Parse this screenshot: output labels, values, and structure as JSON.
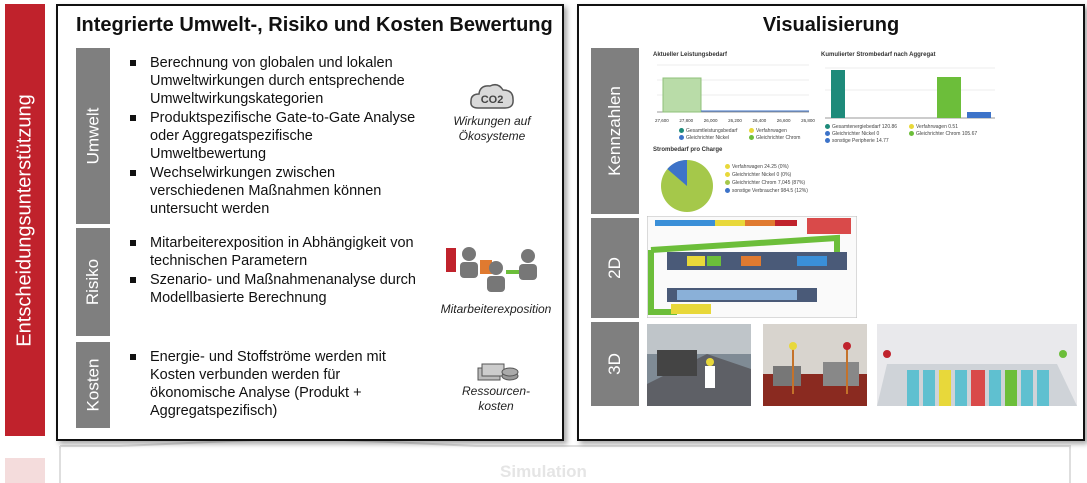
{
  "side_bar": {
    "label": "Entscheidungsunterstützung",
    "color": "#c0222c"
  },
  "left_panel": {
    "title": "Integrierte Umwelt-, Risiko und Kosten Bewertung",
    "sections": [
      {
        "label": "Umwelt",
        "bullets": [
          "Berechnung von globalen und lokalen Umweltwirkungen durch entsprechende Umweltwirkungskategorien",
          "Produktspezifische Gate-to-Gate Analyse oder Aggregatspezifische Umweltbewertung",
          "Wechselwirkungen zwischen verschiedenen Maßnahmen können untersucht werden"
        ],
        "icon_text": "CO2",
        "caption": "Wirkungen auf Ökosysteme"
      },
      {
        "label": "Risiko",
        "bullets": [
          "Mitarbeiterexposition in Abhängigkeit von technischen Parametern",
          "Szenario- und Maßnahmenanalyse durch Modellbasierte Berechnung"
        ],
        "caption": "Mitarbeiterexposition"
      },
      {
        "label": "Kosten",
        "bullets": [
          "Energie- und Stoffströme werden mit Kosten verbunden werden für ökonomische Analyse (Produkt + Aggregatspezifisch)"
        ],
        "caption": "Ressourcen-kosten"
      }
    ]
  },
  "right_panel": {
    "title": "Visualisierung",
    "rows": [
      {
        "label": "Kennzahlen"
      },
      {
        "label": "2D"
      },
      {
        "label": "3D"
      }
    ],
    "charts": {
      "leistung": {
        "title": "Aktueller Leistungsbedarf",
        "ticks": [
          "27,600",
          "27,800",
          "26,000",
          "26,200",
          "26,400",
          "26,600",
          "26,800"
        ],
        "legend": [
          "Gesamtleistungsbedarf",
          "Verfahrwagen",
          "Gleichrichter Nickel",
          "Gleichrichter Chrom"
        ]
      },
      "strombedarf_aggregat": {
        "title": "Kumulierter Strombedarf nach Aggregat",
        "legend": [
          "Gesamtenergiebedarf 120.86",
          "Verfahrwagen 0.51",
          "Gleichrichter Nickel 0",
          "Gleichrichter Chrom 105.67",
          "sonstige Peripherie 14.77"
        ]
      },
      "charge": {
        "title": "Strombedarf pro Charge",
        "legend": [
          "Verfahrwagen 24.25 (0%)",
          "Gleichrichter Nickel 0 (0%)",
          "Gleichrichter Chrom 7,045 (87%)",
          "sonstige Verbraucher 984.5 (12%)"
        ],
        "slices": [
          0,
          0,
          87,
          12
        ]
      }
    }
  },
  "bottom": {
    "label": "Simulation"
  },
  "colors": {
    "teal": "#1e8a7a",
    "green": "#6cbe3a",
    "blue": "#3d73c9",
    "yellow": "#e8d83a",
    "grey": "#7f7f7f"
  }
}
